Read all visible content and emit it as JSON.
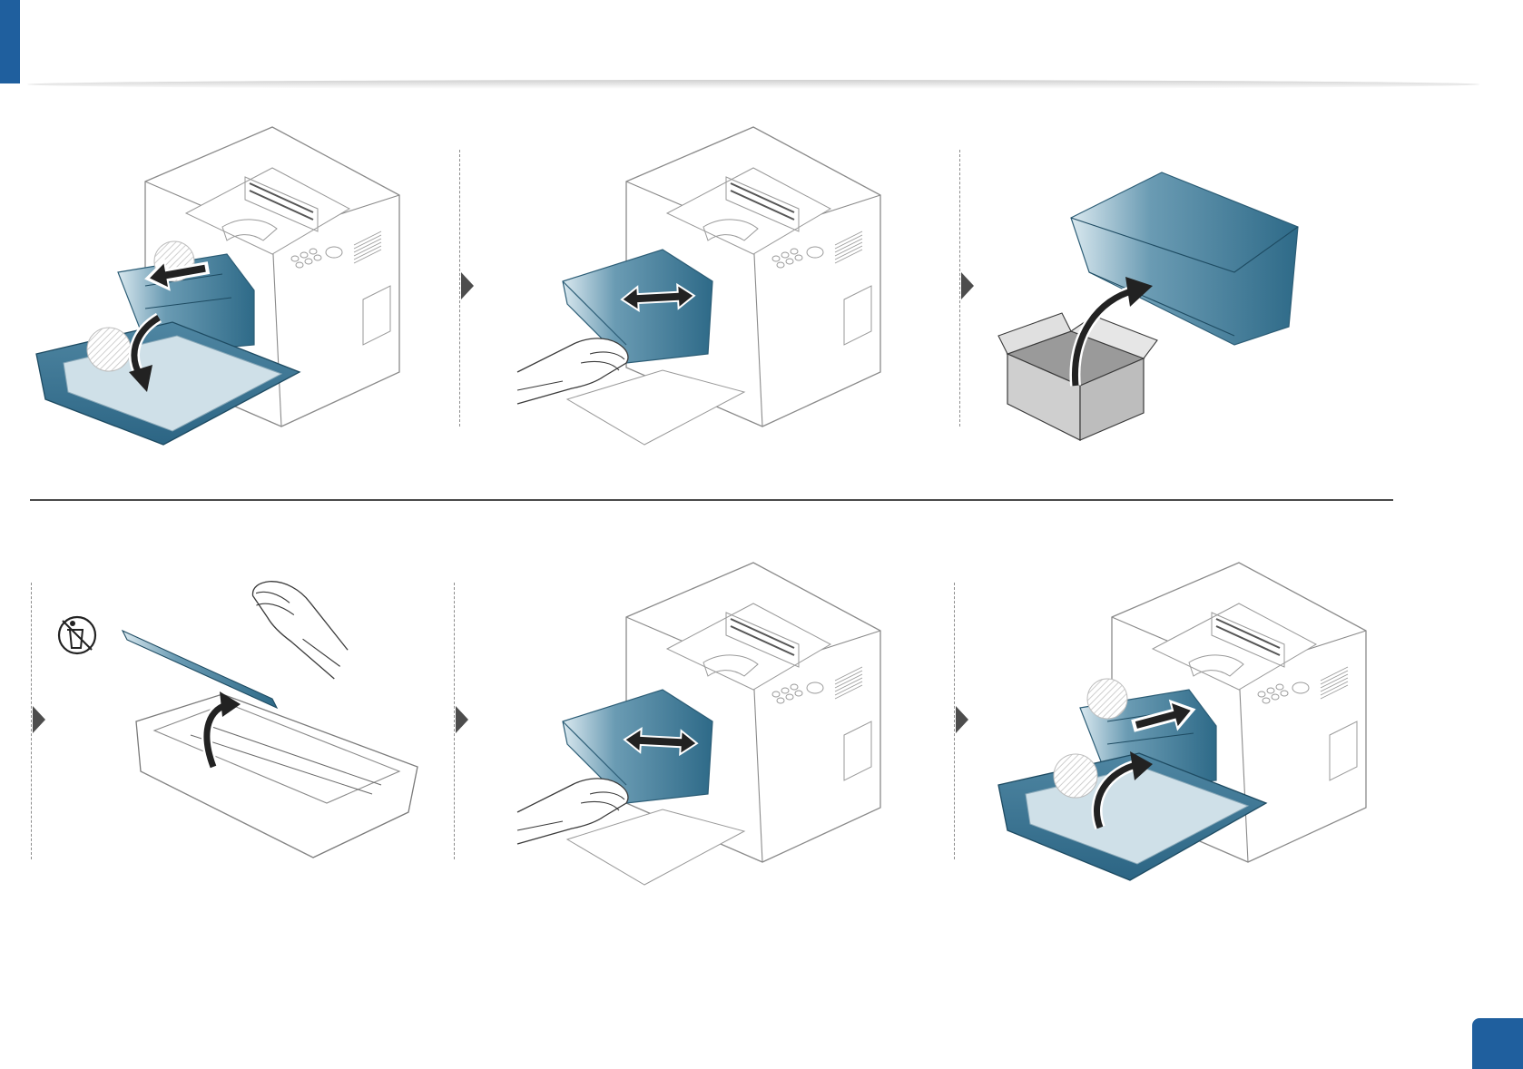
{
  "page": {
    "accent_color": "#1f5f9e",
    "part_color": "#3d7895",
    "outline_color": "#8a8a8a"
  },
  "rows": [
    {
      "steps": [
        {
          "illustration": "open-front-cover-and-pull-out-unit",
          "icons": [
            "arrow-pull-icon",
            "arrow-rotate-down-icon"
          ]
        },
        {
          "illustration": "pull-imaging-unit-out",
          "icons": [
            "arrow-double-icon",
            "hand-icon"
          ]
        },
        {
          "illustration": "unpack-new-imaging-unit",
          "icons": [
            "box-icon",
            "arrow-curve-icon"
          ]
        }
      ]
    },
    {
      "steps": [
        {
          "illustration": "remove-protective-cover",
          "icons": [
            "trash-icon",
            "arrow-curve-icon",
            "hand-icon"
          ]
        },
        {
          "illustration": "insert-imaging-unit",
          "icons": [
            "arrow-double-icon",
            "hand-icon"
          ]
        },
        {
          "illustration": "close-front-cover",
          "icons": [
            "arrow-push-icon",
            "arrow-rotate-up-icon"
          ]
        }
      ]
    }
  ]
}
